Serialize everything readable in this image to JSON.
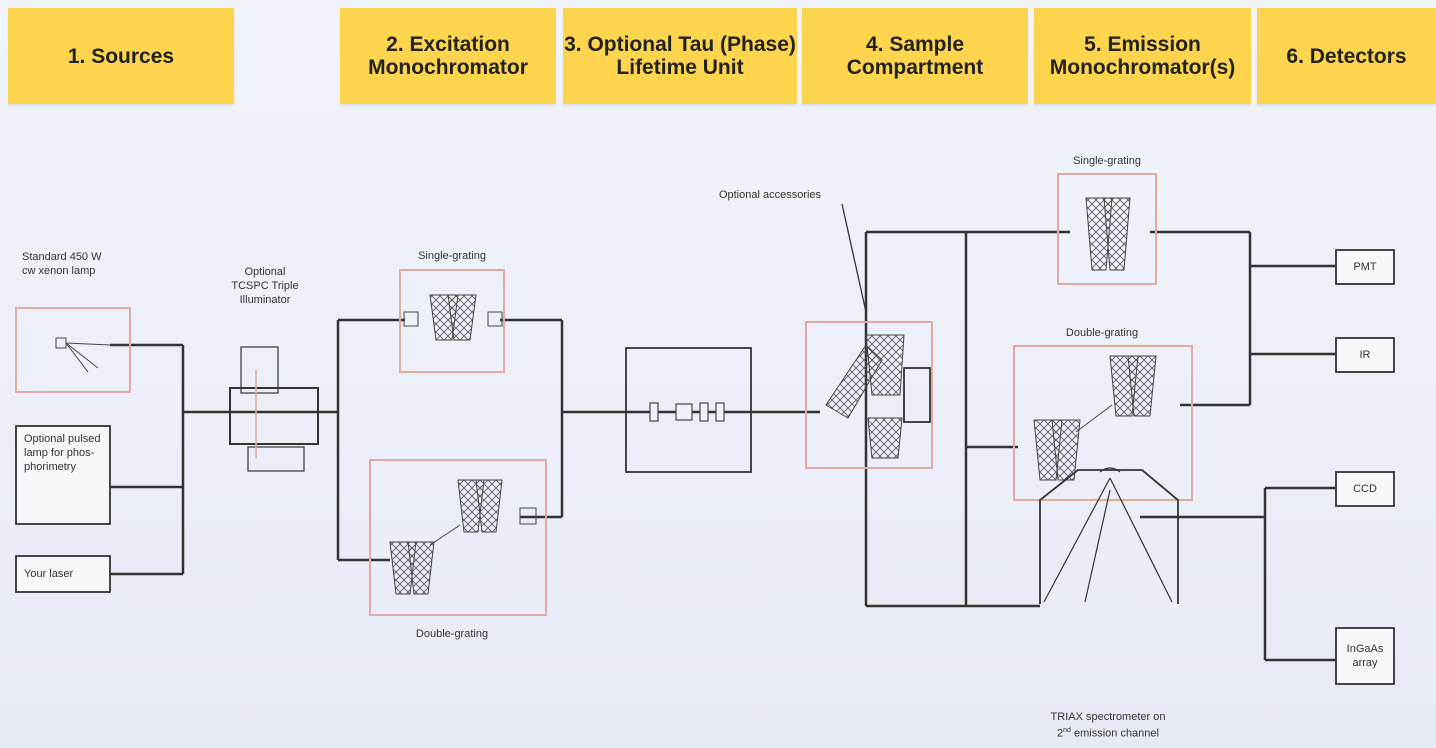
{
  "headers": [
    {
      "key": "sources",
      "text": "1. Sources"
    },
    {
      "key": "excitation",
      "text": "2. Excitation Monochromator"
    },
    {
      "key": "tau",
      "text": "3. Optional Tau (Phase) Lifetime Unit"
    },
    {
      "key": "sample",
      "text": "4. Sample Compartment"
    },
    {
      "key": "emission",
      "text": "5. Emission Monochromator(s)"
    },
    {
      "key": "detectors",
      "text": "6. Detectors"
    }
  ],
  "sources": {
    "xenon": "Standard 450 W cw xenon lamp",
    "pulsed": "Optional pulsed lamp for phos-phorimetry",
    "laser": "Your laser"
  },
  "tcspc": "Optional TCSPC Triple Illuminator",
  "excitation": {
    "single": "Single-grating",
    "double": "Double-grating"
  },
  "sample": {
    "accessories": "Optional accessories"
  },
  "emission": {
    "single": "Single-grating",
    "double": "Double-grating",
    "triax_line1": "TRIAX spectrometer on",
    "triax_line2_sup": "nd",
    "triax_line2_pre": "2",
    "triax_line2_post": "emission channel"
  },
  "detectors": {
    "pmt": "PMT",
    "ir": "IR",
    "ccd": "CCD",
    "ingaas": "InGaAs array"
  },
  "colors": {
    "header": "#fcd44e",
    "box_outline": "#e2a9a0",
    "line": "#333333"
  }
}
